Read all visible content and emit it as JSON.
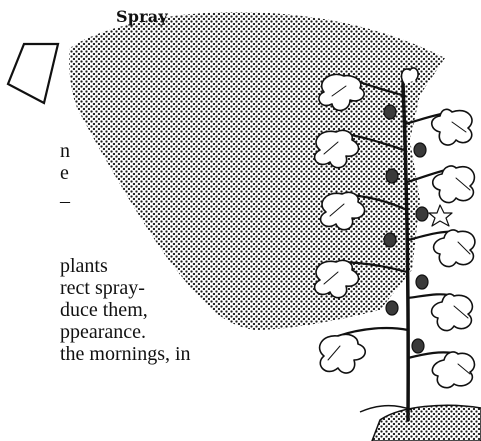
{
  "figure": {
    "label": "Spray"
  },
  "text_lines": [
    "n",
    "e",
    "–",
    "plants",
    "rect spray-",
    "duce them,",
    "ppearance.",
    " the mornings, in"
  ]
}
